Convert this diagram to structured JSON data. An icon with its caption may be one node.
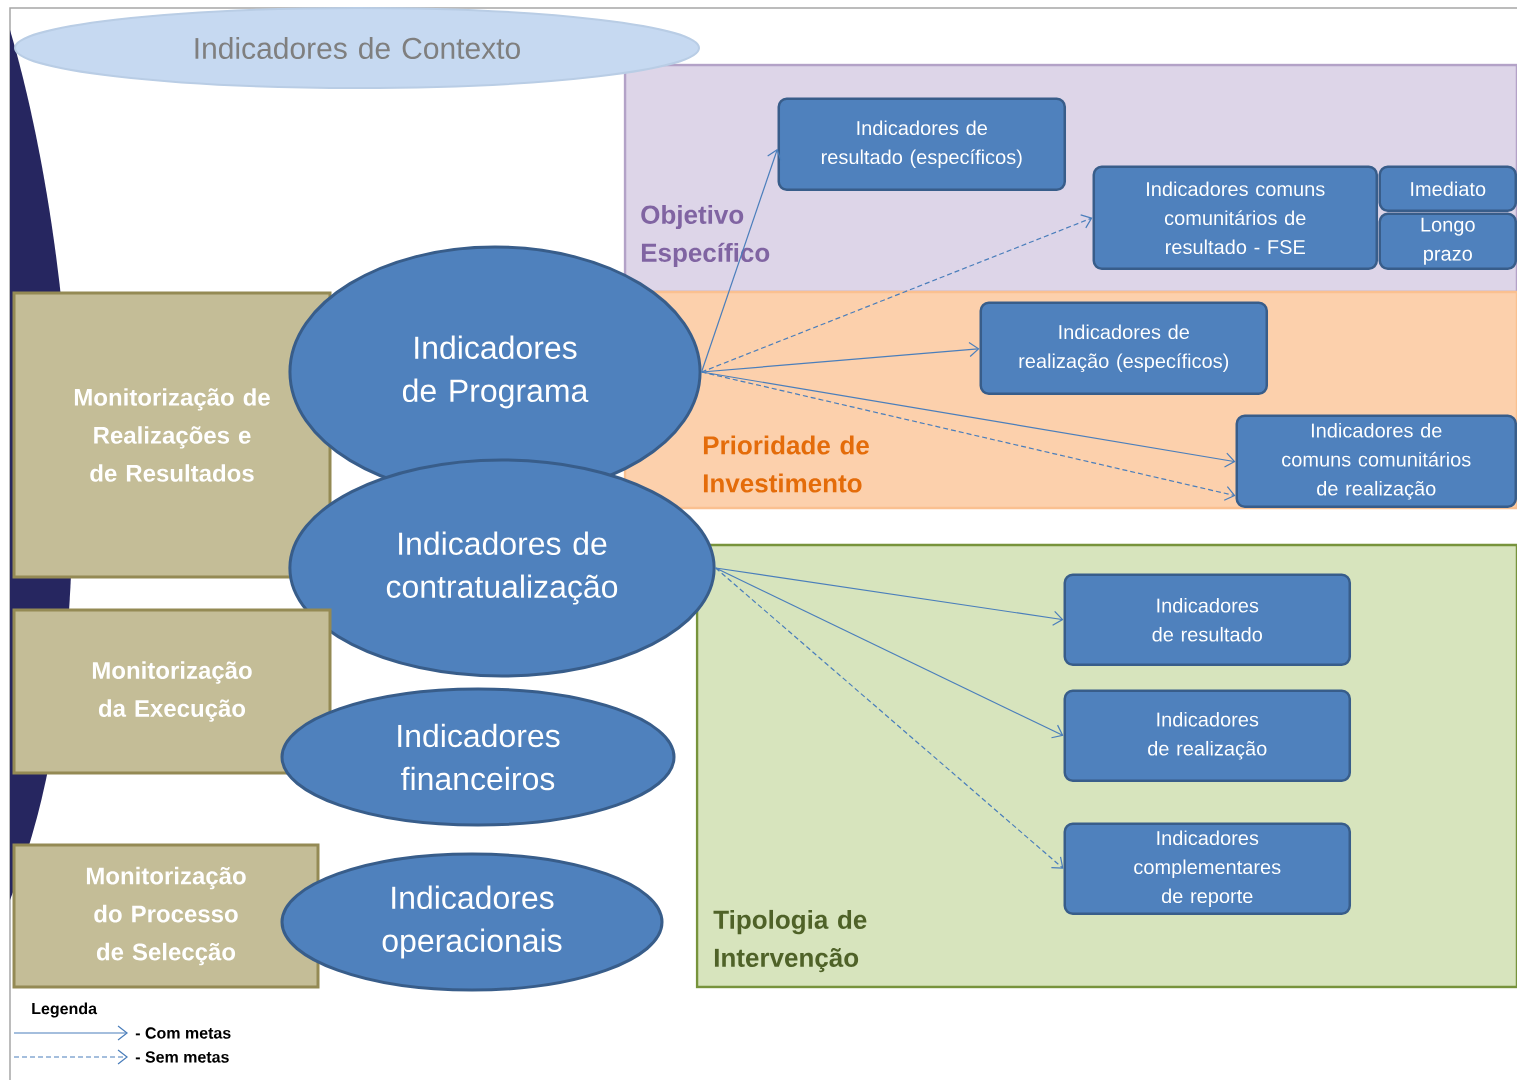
{
  "diagram": {
    "nodes": [
      {
        "text": [
          "Indicadores de Contexto"
        ]
      },
      {
        "text": [
          "Objetivo Específico"
        ]
      },
      {
        "text": [
          "Indicadores de resultado (específicos)"
        ],
        "in": 1
      },
      {
        "text": [
          "Indicadores  comuns comunitários de resultado - FSE"
        ],
        "in": 1
      },
      {
        "text": [
          "Imediato"
        ],
        "in": 1
      },
      {
        "text": [
          "Longo prazo"
        ],
        "in": 1
      },
      {
        "text": [
          "Prioridade de Investimento"
        ]
      },
      {
        "text": [
          "Indicadores de realização (específicos)"
        ],
        "in": 6
      },
      {
        "text": [
          "Indicadores de comuns comunitários de realização"
        ],
        "in": 6
      },
      {
        "text": [
          "Monitorização de Realizações e de Resultados"
        ]
      },
      {
        "text": [
          "Indicadores de Programa"
        ]
      },
      {
        "text": [
          "Indicadores de contratualização"
        ]
      },
      {
        "text": [
          "Tipologia de Intervenção"
        ]
      },
      {
        "text": [
          "Indicadores de resultado"
        ],
        "in": 12
      },
      {
        "text": [
          "Indicadores de realização"
        ],
        "in": 12
      },
      {
        "text": [
          "Indicadores complementares de reporte"
        ],
        "in": 12
      },
      {
        "text": [
          "Monitorização da Execução"
        ]
      },
      {
        "text": [
          "Indicadores financeiros"
        ]
      },
      {
        "text": [
          "Monitorização do Processo de Selecção"
        ]
      },
      {
        "text": [
          "Indicadores operacionais"
        ]
      }
    ],
    "edges": [
      {
        "from": 10,
        "to": 2,
        "arrow": "to"
      },
      {
        "from": 10,
        "to": 3,
        "arrow": "to",
        "style": "dashed"
      },
      {
        "from": 10,
        "to": 7,
        "arrow": "to"
      },
      {
        "from": 10,
        "to": 8,
        "arrow": "to"
      },
      {
        "from": 10,
        "to": 8,
        "arrow": "to",
        "style": "dashed"
      },
      {
        "from": 11,
        "to": 13,
        "arrow": "to"
      },
      {
        "from": 11,
        "to": 14,
        "arrow": "to"
      },
      {
        "from": 11,
        "to": 15,
        "arrow": "to",
        "style": "dashed"
      }
    ],
    "labels": [
      "Legenda"
    ],
    "legend": [
      {
        "text": "- Com metas"
      },
      {
        "text": "- Sem metas"
      }
    ]
  }
}
